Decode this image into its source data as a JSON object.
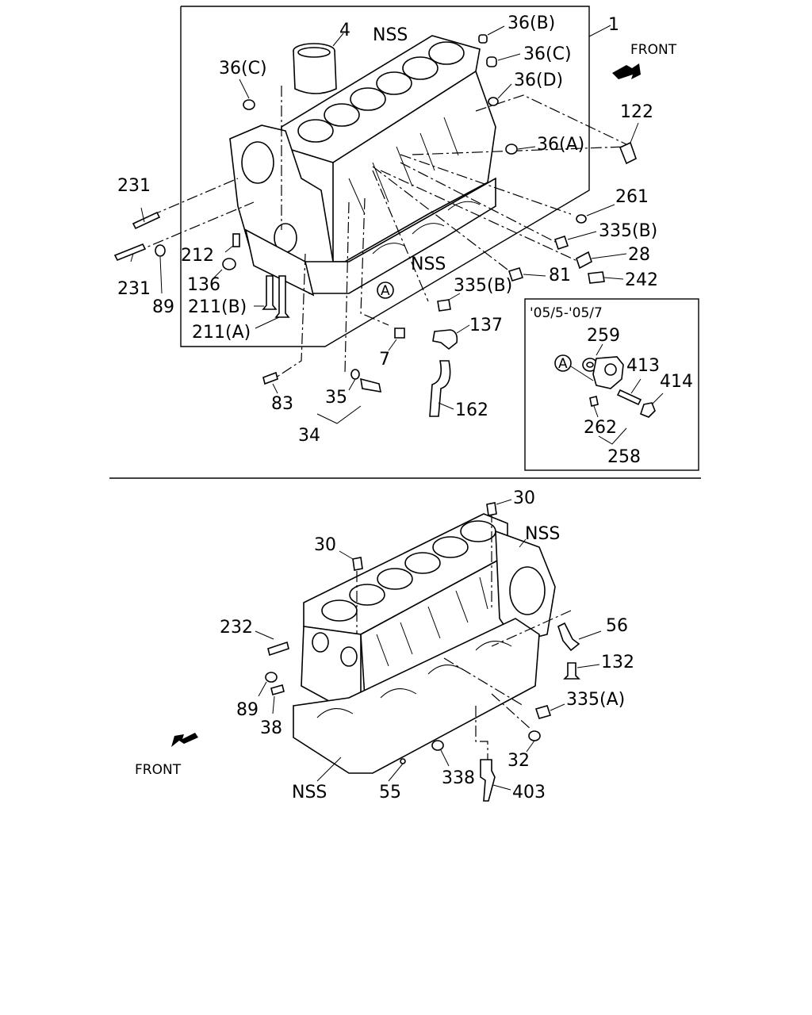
{
  "front_label": "FRONT",
  "upper": {
    "callouts": [
      "4",
      "NSS",
      "36(B)",
      "1",
      "36(C)",
      "36(C)",
      "36(D)",
      "122",
      "36(A)",
      "231",
      "261",
      "335(B)",
      "231",
      "212",
      "28",
      "136",
      "NSS",
      "81",
      "242",
      "89",
      "211(B)",
      "335(B)",
      "211(A)",
      "137",
      "7",
      "83",
      "35",
      "34",
      "162"
    ],
    "circle_ref": "A"
  },
  "inset": {
    "period": "'05/5-'05/7",
    "circle_ref": "A",
    "callouts": [
      "259",
      "413",
      "414",
      "262",
      "258"
    ]
  },
  "lower": {
    "callouts": [
      "30",
      "30",
      "NSS",
      "232",
      "56",
      "132",
      "89",
      "335(A)",
      "38",
      "32",
      "NSS",
      "55",
      "338",
      "403"
    ]
  }
}
